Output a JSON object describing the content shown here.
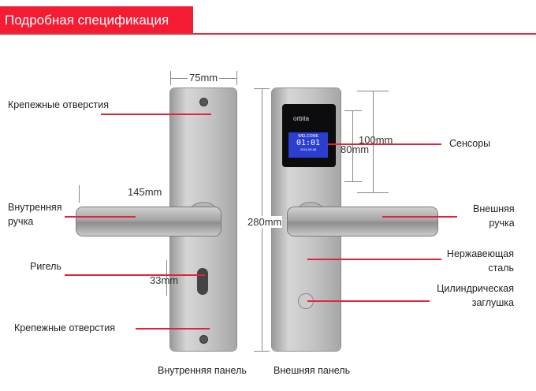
{
  "header": {
    "title": "Подробная спецификация"
  },
  "dimensions": {
    "width": "75mm",
    "handle": "145mm",
    "height": "280mm",
    "screen_outer": "100mm",
    "screen_inner": "80mm",
    "bolt": "33mm"
  },
  "screen": {
    "brand": "orbita",
    "welcome": "WELCOME",
    "time": "01:01",
    "date": "2015-09-08"
  },
  "labels": {
    "mount_top": "Крепежные отверстия",
    "inner_handle": [
      "Внутренняя",
      "ручка"
    ],
    "bolt": "Ригель",
    "mount_bottom": "Крепежные отверстия",
    "sensors": "Сенсоры",
    "outer_handle": [
      "Внешняя",
      "ручка"
    ],
    "steel": [
      "Нержавеющая",
      "сталь"
    ],
    "cylinder": [
      "Цилиндрическая",
      "заглушка"
    ]
  },
  "captions": {
    "inner_panel": "Внутренняя панель",
    "outer_panel": "Внешняя панель"
  }
}
